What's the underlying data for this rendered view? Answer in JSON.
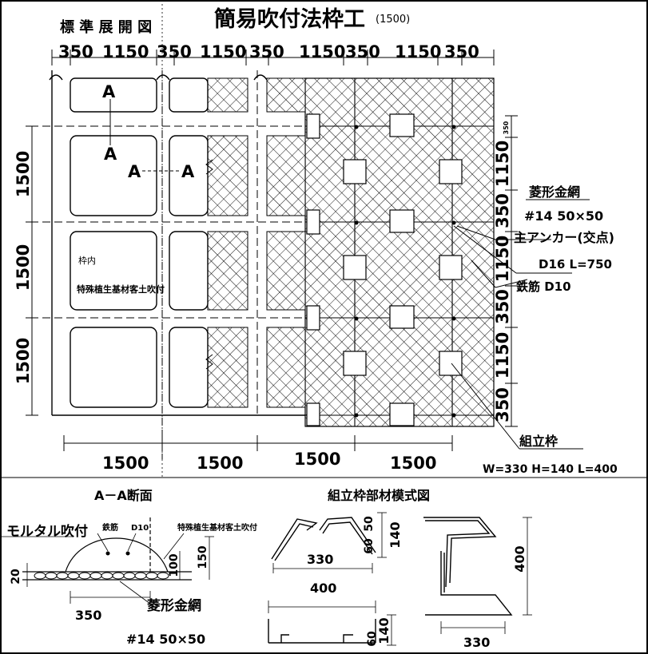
{
  "header": {
    "label": "標 準 展 開 図",
    "title": "簡易吹付法枠工",
    "size_note": "(1500)"
  },
  "top_dims": [
    "350",
    "1150",
    "350",
    "1150",
    "350",
    "1150",
    "350",
    "1150",
    "350"
  ],
  "bottom_dims": [
    "1500",
    "1500",
    "1500",
    "1500"
  ],
  "left_dims": [
    "1500",
    "1500",
    "1500"
  ],
  "right_dims": [
    "350",
    "1150",
    "350",
    "1150",
    "350",
    "1150",
    "350"
  ],
  "section_marks": {
    "a1": "A",
    "a2": "A",
    "a3": "A",
    "a4": "A"
  },
  "frame_note": {
    "line1": "枠内",
    "line2": "特殊植生基材客土吹付"
  },
  "callouts": {
    "mesh_title": "菱形金網",
    "mesh_spec": "#14  50×50",
    "anchor": "主アンカー(交点)",
    "anchor_spec": "D16  L=750",
    "rebar": "鉄筋  D10",
    "frame": "組立枠",
    "frame_spec": "W=330 H=140 L=400"
  },
  "section_aa": {
    "title": "A－A断面",
    "mortar": "モルタル吹付",
    "rebar": "鉄筋",
    "rebar_size": "D10",
    "soil": "特殊植生基材客土吹付",
    "dim_20": "20",
    "dim_100": "100",
    "dim_150": "150",
    "dim_350": "350",
    "mesh": "菱形金網",
    "mesh_spec": "#14  50×50"
  },
  "parts_diagram": {
    "title": "組立枠部材模式図",
    "d50": "50",
    "d60a": "60",
    "d140a": "140",
    "d330a": "330",
    "d400a": "400",
    "d140b": "140",
    "d60b": "60",
    "d400b": "400",
    "d330b": "330"
  }
}
